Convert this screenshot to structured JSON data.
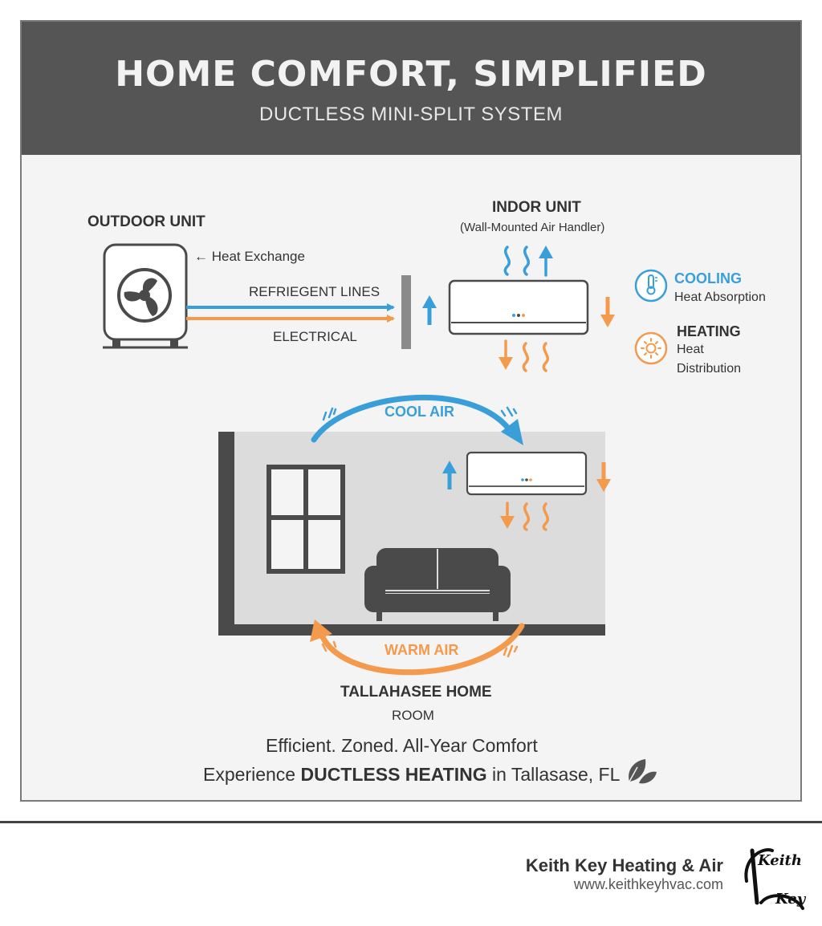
{
  "header": {
    "title": "HOME COMFORT, SIMPLIFIED",
    "subtitle": "DUCTLESS MINI-SPLIT SYSTEM"
  },
  "outdoor": {
    "title": "OUTDOOR UNIT",
    "heat_exchange": "← Heat Exchange",
    "refrigerant": "REFRIEGENT LINES",
    "electrical": "ELECTRICAL"
  },
  "indoor": {
    "title": "INDOR UNIT",
    "subtitle": "(Wall-Mounted Air Handler)"
  },
  "legend": {
    "cooling_title": "COOLING",
    "cooling_desc": "Heat Absorption",
    "heating_title": "HEATING",
    "heating_desc_1": "Heat",
    "heating_desc_2": "Distribution"
  },
  "room": {
    "cool_air": "COOL AIR",
    "warm_air": "WARM AIR",
    "label_1": "TALLAHASEE HOME",
    "label_2": "ROOM"
  },
  "tagline": {
    "line1": "Efficient. Zoned. All-Year Comfort",
    "line2_pre": "Experience ",
    "line2_bold": "DUCTLESS HEATING",
    "line2_post": " in Tallasase, FL"
  },
  "company": {
    "name": "Keith Key Heating & Air",
    "url": "www.keithkeyhvac.com",
    "logo_text_1": "Keith",
    "logo_text_2": "Key"
  },
  "colors": {
    "blue": "#3a9fd8",
    "orange": "#f39a4c",
    "dark": "#4a4a4a",
    "header": "#555555"
  }
}
